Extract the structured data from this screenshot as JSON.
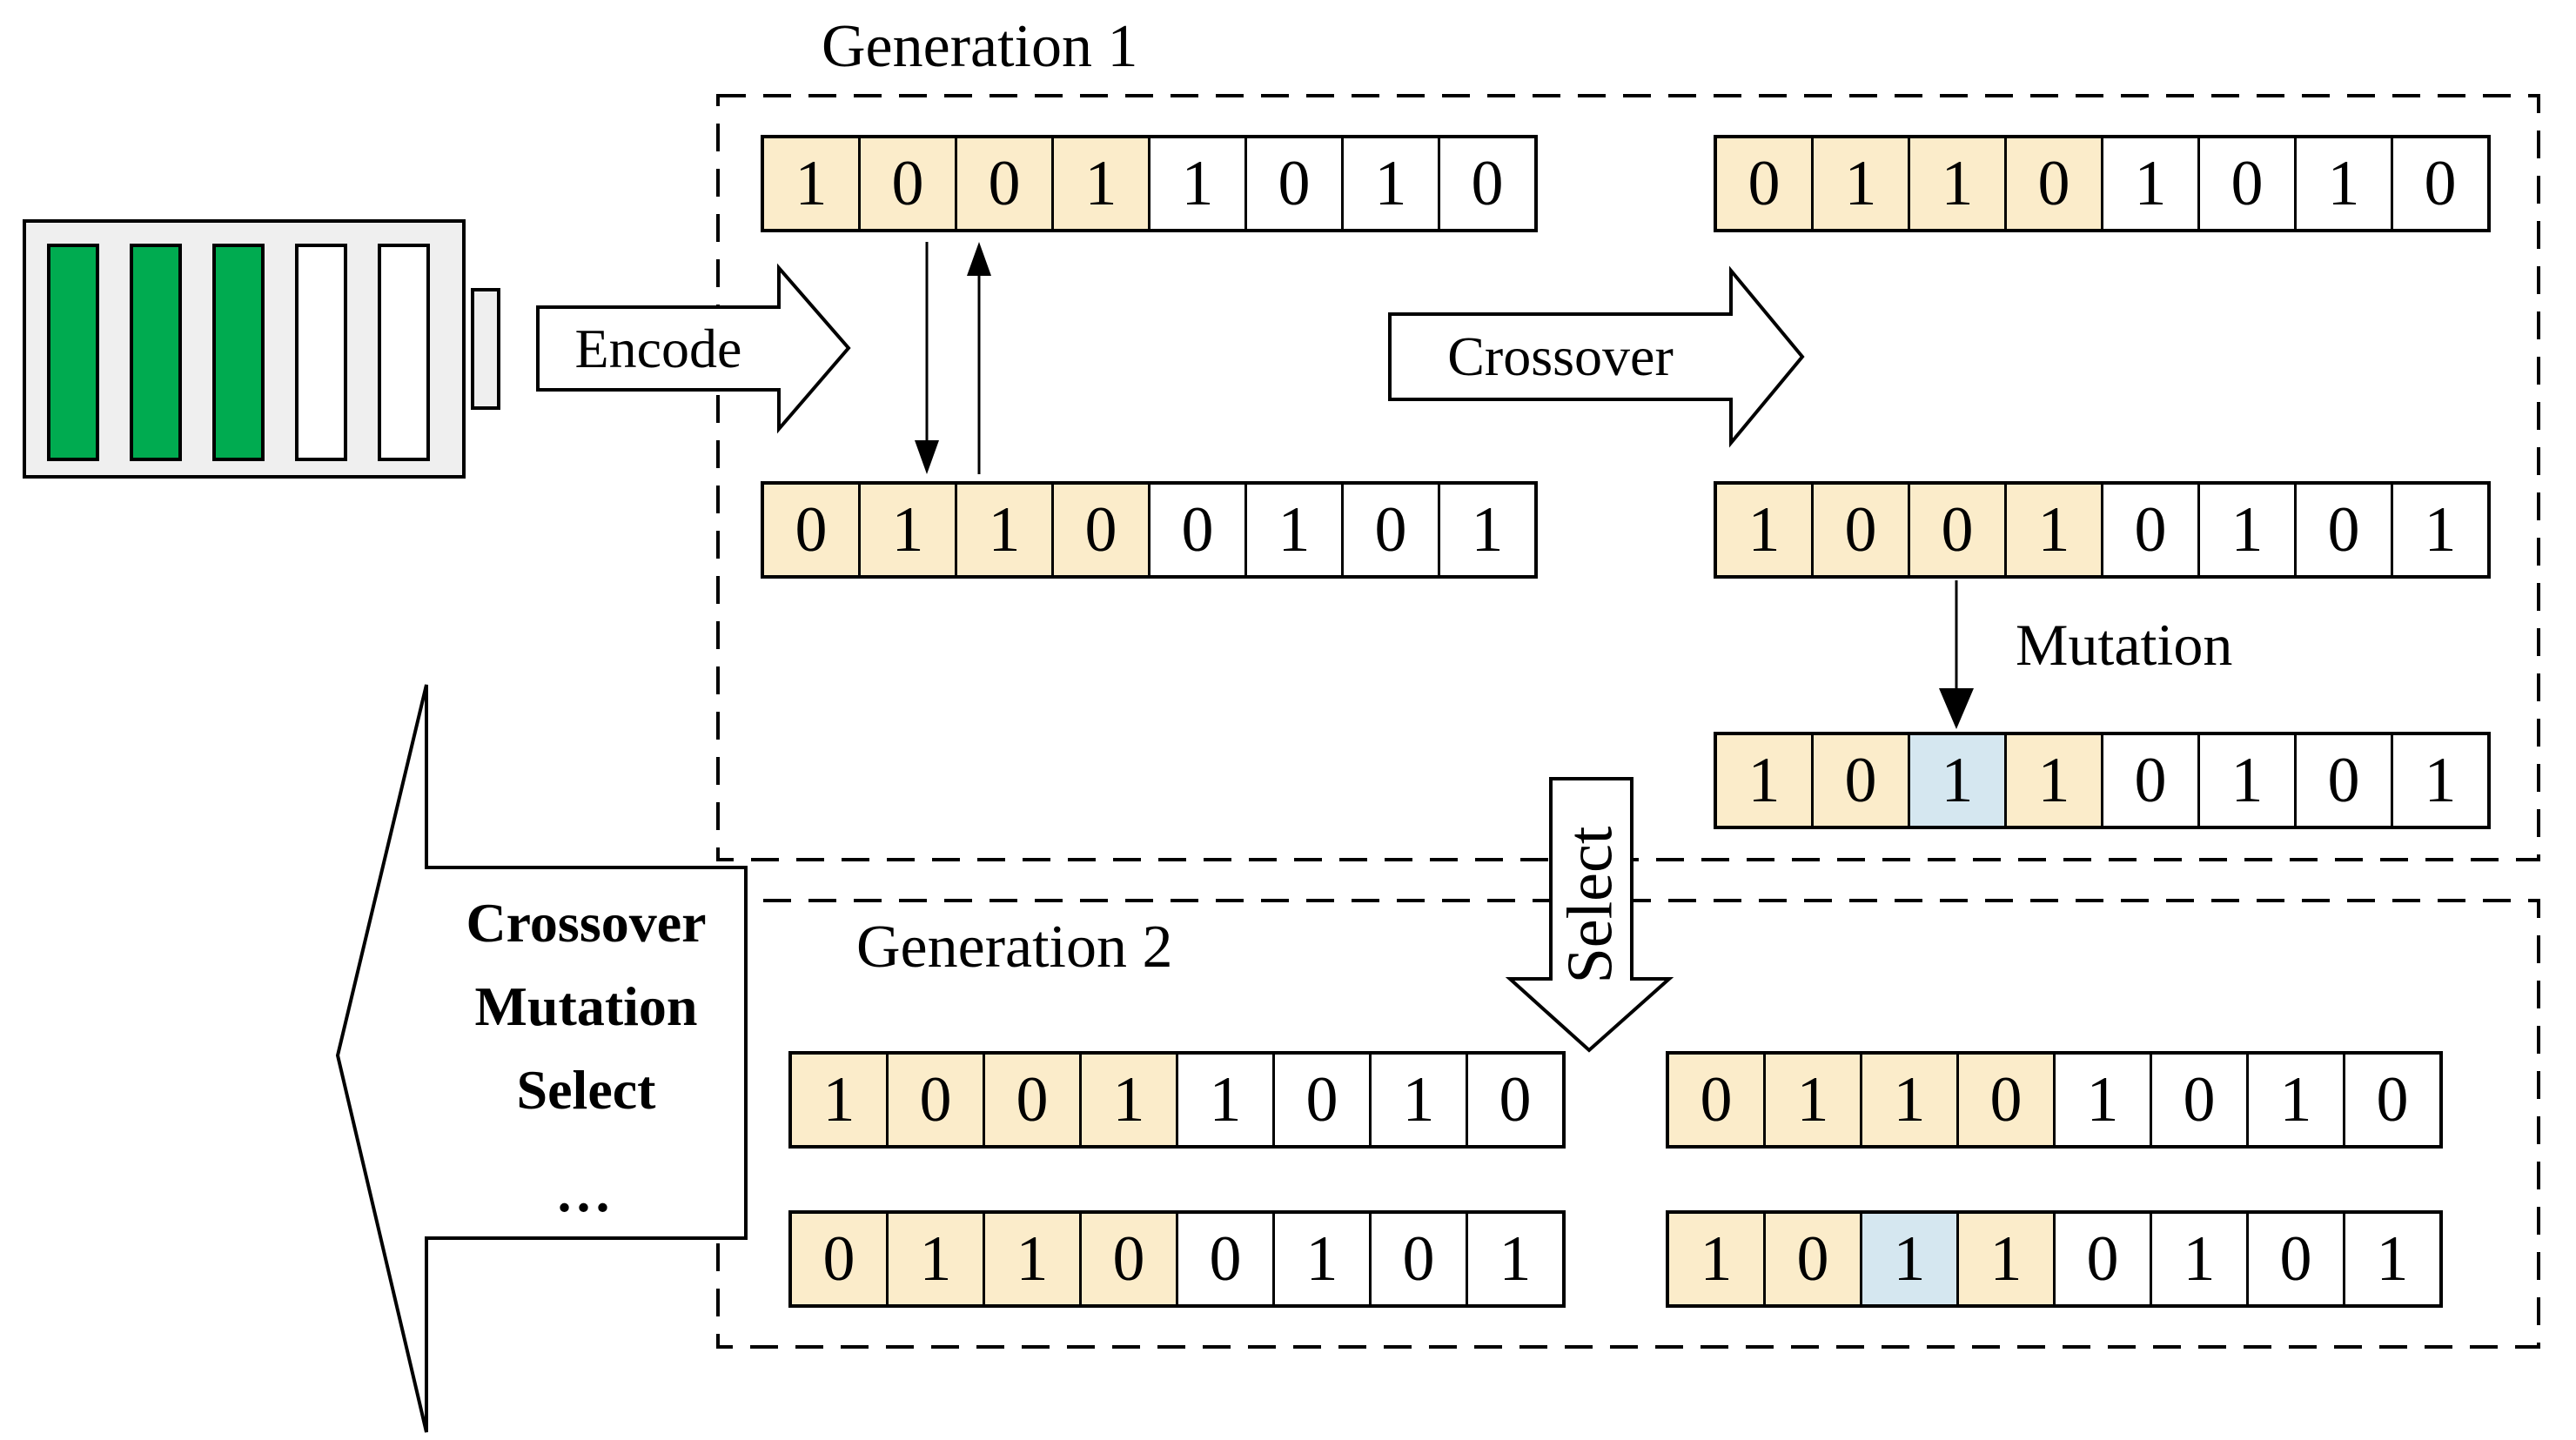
{
  "labels": {
    "generation1": "Generation 1",
    "generation2": "Generation 2",
    "encode": "Encode",
    "crossover": "Crossover",
    "mutation": "Mutation",
    "select": "Select",
    "loop_lines": [
      "Crossover",
      "Mutation",
      "Select",
      "..."
    ]
  },
  "colors": {
    "highlight_yellow": "#FBECCA",
    "highlight_blue": "#D5E7F0",
    "cell_white": "#FFFFFF",
    "battery_fill_green": "#00AB50",
    "battery_empty_white": "#FFFFFF",
    "battery_body_gray": "#EFEFEF",
    "outline_black": "#000000"
  },
  "battery": {
    "total_bars": 5,
    "filled_bars": 3
  },
  "chromosomes": {
    "gen1_parent1": {
      "bits": "10011010",
      "highlights": [
        "yellow",
        "yellow",
        "yellow",
        "yellow",
        "none",
        "none",
        "none",
        "none"
      ]
    },
    "gen1_parent2": {
      "bits": "01100101",
      "highlights": [
        "yellow",
        "yellow",
        "yellow",
        "yellow",
        "none",
        "none",
        "none",
        "none"
      ]
    },
    "gen1_crossover1": {
      "bits": "01101010",
      "highlights": [
        "yellow",
        "yellow",
        "yellow",
        "yellow",
        "none",
        "none",
        "none",
        "none"
      ]
    },
    "gen1_crossover2": {
      "bits": "10010101",
      "highlights": [
        "yellow",
        "yellow",
        "yellow",
        "yellow",
        "none",
        "none",
        "none",
        "none"
      ]
    },
    "gen1_mutated": {
      "bits": "10110101",
      "highlights": [
        "yellow",
        "yellow",
        "blue",
        "yellow",
        "none",
        "none",
        "none",
        "none"
      ]
    },
    "gen2_row1_left": {
      "bits": "10011010",
      "highlights": [
        "yellow",
        "yellow",
        "yellow",
        "yellow",
        "none",
        "none",
        "none",
        "none"
      ]
    },
    "gen2_row2_left": {
      "bits": "01100101",
      "highlights": [
        "yellow",
        "yellow",
        "yellow",
        "yellow",
        "none",
        "none",
        "none",
        "none"
      ]
    },
    "gen2_row1_right": {
      "bits": "01101010",
      "highlights": [
        "yellow",
        "yellow",
        "yellow",
        "yellow",
        "none",
        "none",
        "none",
        "none"
      ]
    },
    "gen2_row2_right": {
      "bits": "10110101",
      "highlights": [
        "yellow",
        "yellow",
        "blue",
        "yellow",
        "none",
        "none",
        "none",
        "none"
      ]
    }
  }
}
